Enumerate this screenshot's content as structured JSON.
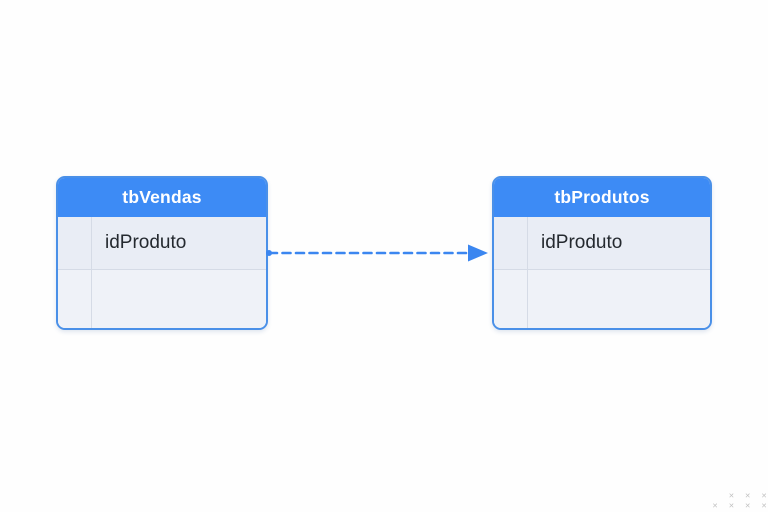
{
  "diagram": {
    "tables": [
      {
        "title": "tbVendas",
        "rows": [
          {
            "field": "idProduto"
          },
          {
            "field": ""
          }
        ]
      },
      {
        "title": "tbProdutos",
        "rows": [
          {
            "field": "idProduto"
          },
          {
            "field": ""
          }
        ]
      }
    ],
    "relationship": {
      "from_table": "tbVendas",
      "from_field": "idProduto",
      "to_table": "tbProdutos",
      "to_field": "idProduto",
      "line_style": "dashed",
      "direction": "left-to-right"
    }
  },
  "colors": {
    "header_blue": "#3d8bf5",
    "border_blue": "#4a90e8",
    "arrow_blue": "#3b86f0",
    "row1_bg": "#e9edf5",
    "row2_bg": "#eff2f8",
    "divider_gray": "#d5dbe6",
    "row_text": "#24292f",
    "header_text": "#ffffff",
    "canvas_bg": "#fefefe"
  },
  "watermark": {
    "glyph": "✕"
  }
}
